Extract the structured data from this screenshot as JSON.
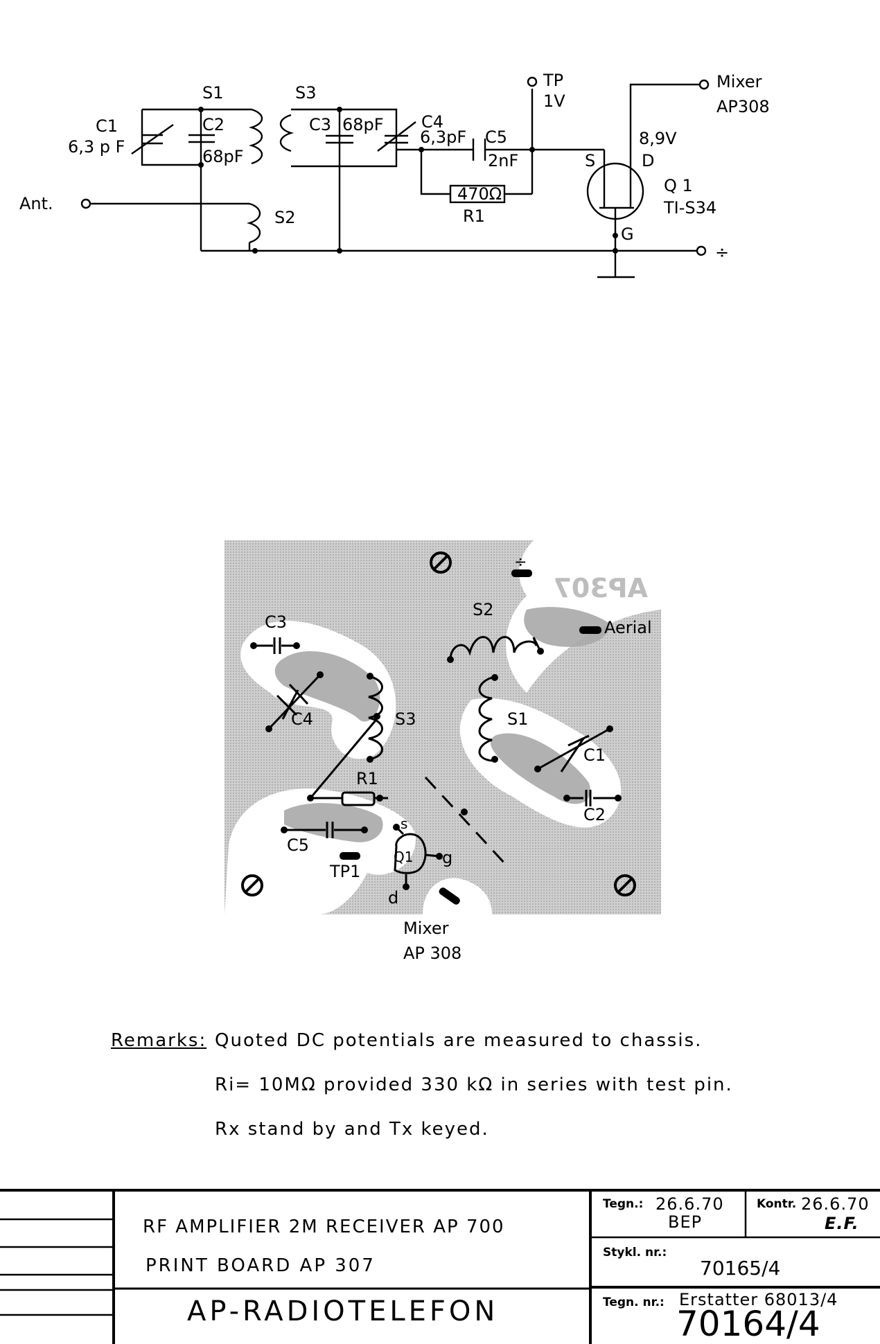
{
  "schematic": {
    "labels": {
      "s1": "S1",
      "s3": "S3",
      "s2": "S2",
      "c1": "C1",
      "c1_val": "6,3 p F",
      "c2": "C2",
      "c2_val": "68pF",
      "c3": "C3",
      "c3_val": "68pF",
      "c4": "C4",
      "c4_val": "6,3pF",
      "c5": "C5",
      "c5_val": "2nF",
      "r1_val": "470Ω",
      "r1": "R1",
      "tp": "TP",
      "tp_val": "1V",
      "mixer": "Mixer",
      "mixer_ref": "AP308",
      "drain_v": "8,9V",
      "src": "S",
      "drn": "D",
      "gate": "G",
      "q1": "Q 1",
      "q1_type": "TI-S34",
      "ant": "Ant.",
      "gnd": "÷"
    }
  },
  "board": {
    "labels": {
      "board_id": "AP307",
      "aerial": "Aerial",
      "s2": "S2",
      "c3": "C3",
      "c4": "C4",
      "s3": "S3",
      "s1": "S1",
      "c1": "C1",
      "c2": "C2",
      "r1": "R1",
      "c5": "C5",
      "tp1": "TP1",
      "q1": "Q1",
      "pin_s": "s",
      "pin_g": "g",
      "pin_d": "d",
      "gnd": "÷",
      "mixer": "Mixer",
      "mixer_ref": "AP 308"
    }
  },
  "remarks": {
    "heading": "Remarks:",
    "lines": [
      "Quoted  DC potentials are  measured  to  chassis.",
      "Ri= 10MΩ  provided  330 kΩ  in  series  with  test  pin.",
      "Rx  stand  by  and  Tx keyed."
    ]
  },
  "title_block": {
    "title_line1": "RF  AMPLIFIER  2M  RECEIVER  AP 700",
    "title_line2": "PRINT  BOARD  AP 307",
    "company": "AP-RADIOTELEFON",
    "drawn_label": "Tegn.:",
    "drawn_date": "26.6.70",
    "drawn_by": "BEP",
    "checked_label": "Kontr.",
    "checked_date": "26.6.70",
    "checked_by": "E.F.",
    "partlist_label": "Stykl. nr.:",
    "partlist_no": "70165/4",
    "drawing_label": "Tegn. nr.:",
    "replaces": "Erstatter  68013/4",
    "drawing_no": "70164/4"
  }
}
